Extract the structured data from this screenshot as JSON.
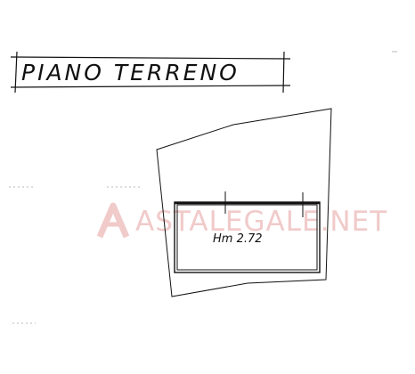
{
  "plan": {
    "title": "PIANO TERRENO",
    "room_label": "Hm 2.72"
  },
  "watermark": {
    "text": "ASTALEGALE.NET"
  },
  "colors": {
    "line": "#111111",
    "watermark": "#f1caca",
    "background": "#ffffff"
  }
}
